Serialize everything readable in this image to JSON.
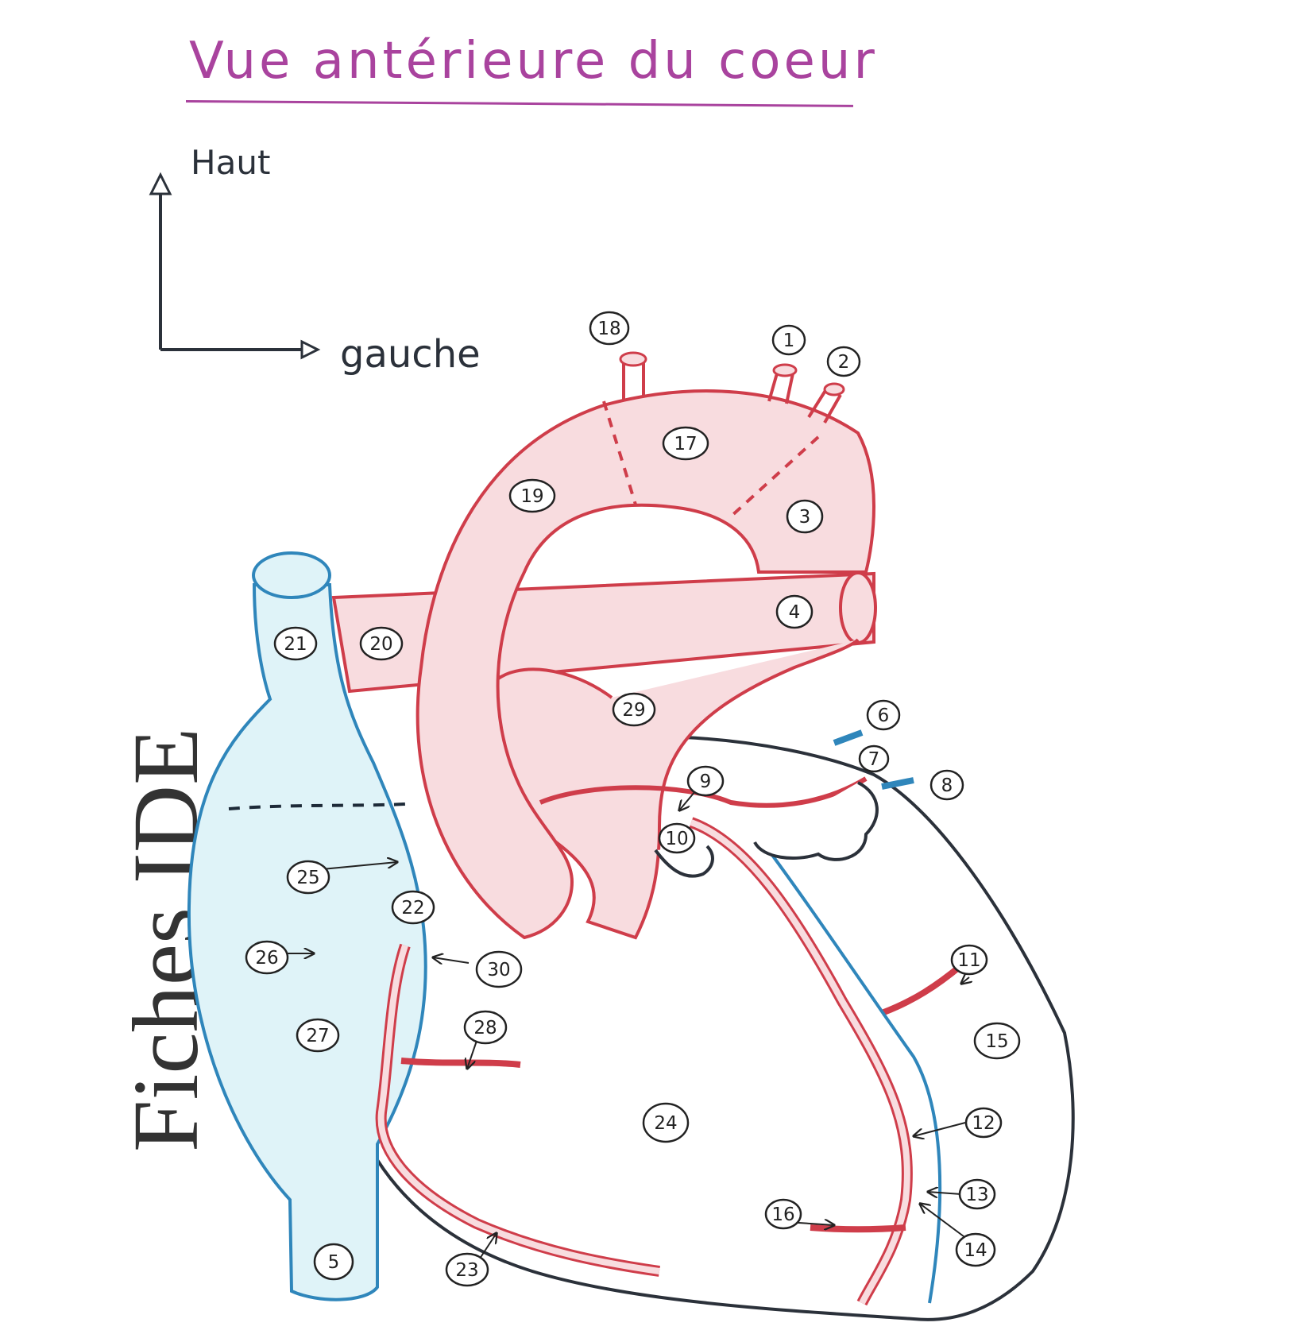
{
  "title": "Vue antérieure du coeur",
  "axes": {
    "up": "Haut",
    "left": "gauche"
  },
  "watermark": "Fiches IDE",
  "colors": {
    "title": "#a9439e",
    "artery_stroke": "#cf3d4a",
    "artery_fill": "#f8dcdf",
    "vein_stroke": "#2f86bb",
    "vein_fill": "#dff3f8",
    "heart_outline": "#2b313a",
    "text": "#222222"
  },
  "labels": [
    {
      "id": "l1",
      "text": "1"
    },
    {
      "id": "l2",
      "text": "2"
    },
    {
      "id": "l3",
      "text": "3"
    },
    {
      "id": "l4",
      "text": "4"
    },
    {
      "id": "l5",
      "text": "5"
    },
    {
      "id": "l6",
      "text": "6"
    },
    {
      "id": "l7",
      "text": "7"
    },
    {
      "id": "l8",
      "text": "8"
    },
    {
      "id": "l9",
      "text": "9"
    },
    {
      "id": "l10",
      "text": "10"
    },
    {
      "id": "l11",
      "text": "11"
    },
    {
      "id": "l12",
      "text": "12"
    },
    {
      "id": "l13",
      "text": "13"
    },
    {
      "id": "l14",
      "text": "14"
    },
    {
      "id": "l15",
      "text": "15"
    },
    {
      "id": "l16",
      "text": "16"
    },
    {
      "id": "l17",
      "text": "17"
    },
    {
      "id": "l18",
      "text": "18"
    },
    {
      "id": "l19",
      "text": "19"
    },
    {
      "id": "l20",
      "text": "20"
    },
    {
      "id": "l21",
      "text": "21"
    },
    {
      "id": "l22",
      "text": "22"
    },
    {
      "id": "l23",
      "text": "23"
    },
    {
      "id": "l24",
      "text": "24"
    },
    {
      "id": "l25",
      "text": "25"
    },
    {
      "id": "l26",
      "text": "26"
    },
    {
      "id": "l27",
      "text": "27"
    },
    {
      "id": "l28",
      "text": "28"
    },
    {
      "id": "l29",
      "text": "29"
    },
    {
      "id": "l30",
      "text": "30"
    }
  ]
}
